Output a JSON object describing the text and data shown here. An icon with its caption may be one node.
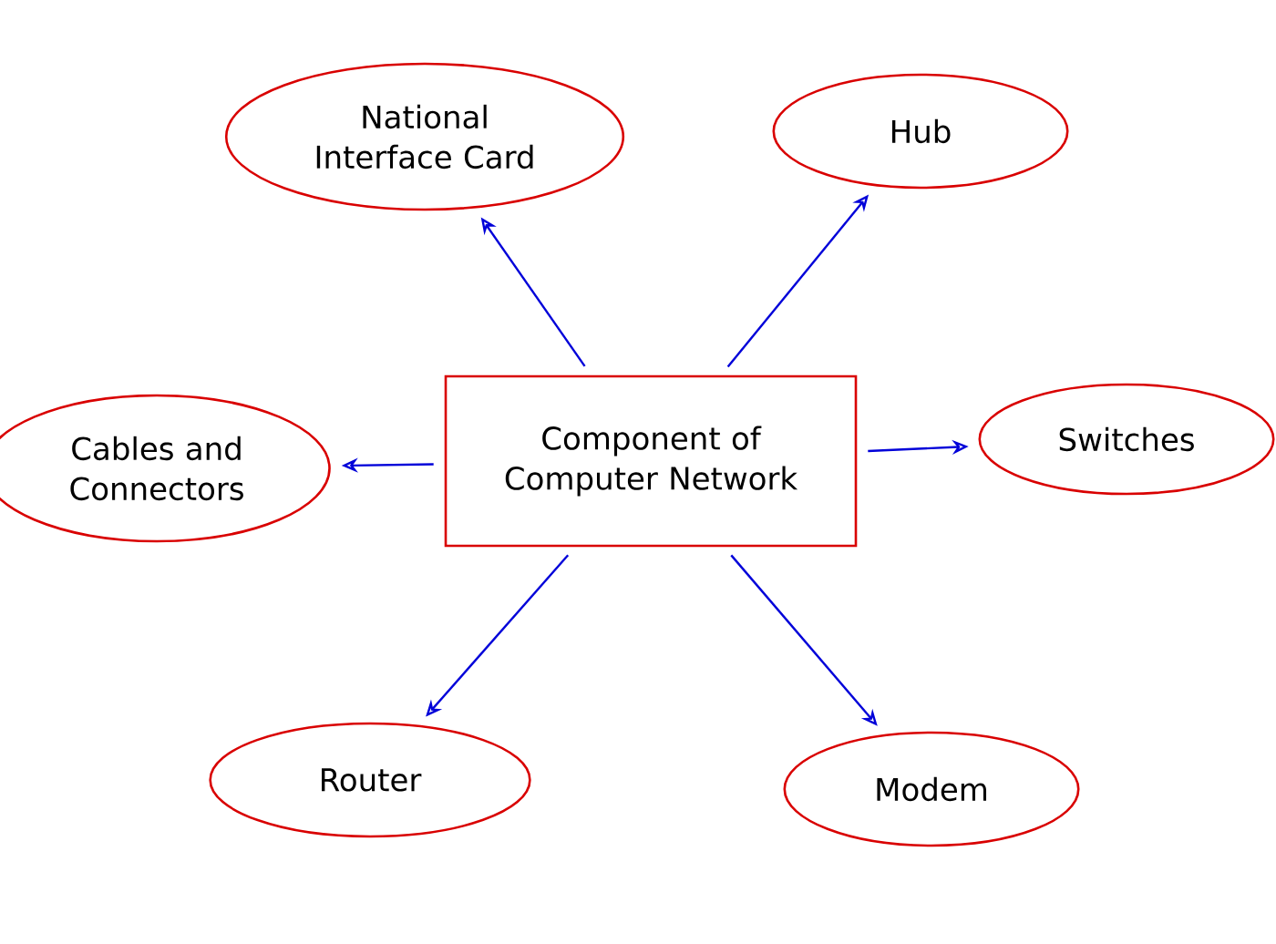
{
  "diagram": {
    "nodes": [
      {
        "text": [
          "Component of Computer Network"
        ]
      },
      {
        "text": [
          "National Interface Card"
        ]
      },
      {
        "text": [
          "Hub"
        ]
      },
      {
        "text": [
          "Cables and Connectors"
        ]
      },
      {
        "text": [
          "Switches"
        ]
      },
      {
        "text": [
          "Router"
        ]
      },
      {
        "text": [
          "Modem"
        ]
      }
    ],
    "edges": [
      {
        "from": 0,
        "to": 1,
        "arrow": "to"
      },
      {
        "from": 0,
        "to": 2,
        "arrow": "to"
      },
      {
        "from": 0,
        "to": 3,
        "arrow": "to"
      },
      {
        "from": 0,
        "to": 4,
        "arrow": "to"
      },
      {
        "from": 0,
        "to": 5,
        "arrow": "to"
      },
      {
        "from": 0,
        "to": 6,
        "arrow": "to"
      }
    ]
  }
}
